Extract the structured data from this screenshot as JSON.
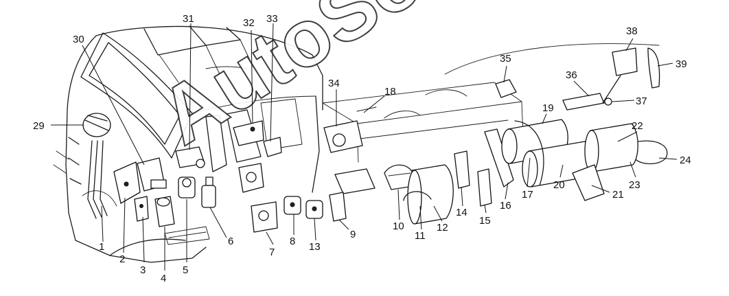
{
  "diagram": {
    "watermark": "AutoSoft",
    "callouts": [
      "1",
      "2",
      "3",
      "4",
      "5",
      "6",
      "7",
      "8",
      "9",
      "10",
      "11",
      "12",
      "13",
      "14",
      "15",
      "16",
      "17",
      "18",
      "19",
      "20",
      "21",
      "22",
      "23",
      "24",
      "29",
      "30",
      "31",
      "32",
      "33",
      "34",
      "35",
      "36",
      "37",
      "38",
      "39"
    ]
  }
}
